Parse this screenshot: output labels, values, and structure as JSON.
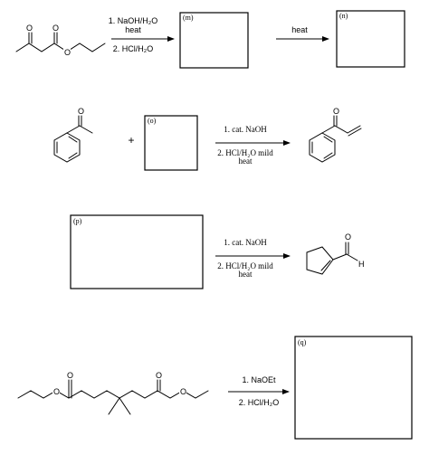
{
  "reaction_m": {
    "box_label": "(m)",
    "cond_line1": "1. NaOH/H₂O",
    "cond_line2": "heat",
    "cond_line3": "2. HCl/H₂O",
    "reactant_atoms": {
      "ketone_o": "O",
      "ester_o_carbonyl": "O",
      "ester_o": "O"
    }
  },
  "reaction_n": {
    "box_label": "(n)",
    "condition": "heat"
  },
  "reaction_o": {
    "box_label": "(o)",
    "plus": "+",
    "cond_line1": "1. cat. NaOH",
    "cond_line2": "2. HCl/H₂O mild",
    "cond_line3": "heat",
    "reactant_atoms": {
      "ketone_o": "O"
    },
    "product_atoms": {
      "ketone_o": "O"
    }
  },
  "reaction_p": {
    "box_label": "(p)",
    "cond_line1": "1. cat. NaOH",
    "cond_line2": "2. HCl/H₂O mild",
    "cond_line3": "heat",
    "product_atoms": {
      "aldehyde_o": "O",
      "aldehyde_h": "H"
    }
  },
  "reaction_q": {
    "box_label": "(q)",
    "cond_line1": "1. NaOEt",
    "cond_line2": "2. HCl/H₂O",
    "reactant_atoms": {
      "o1": "O",
      "o2": "O",
      "o3": "O",
      "o4": "O"
    }
  }
}
